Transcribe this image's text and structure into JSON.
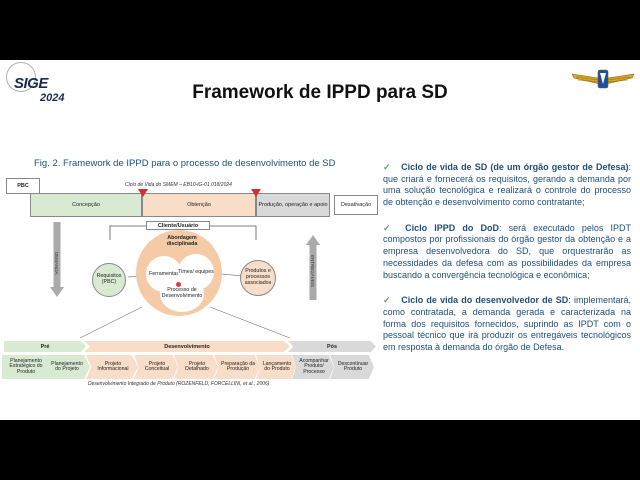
{
  "title": "Framework de IPPD para SD",
  "logo": {
    "name": "SIGE",
    "year": "2024"
  },
  "figure": {
    "caption": "Fig. 2. Framework de IPPD para o processo de desenvolvimento de SD",
    "lifecycle_title": "Ciclo de Vida do SMEM – EB10-IG-01.018/2024",
    "pbc": "PBC",
    "phases_top": [
      "Concepção",
      "Obtenção",
      "Produção, operação e apoio",
      "Desativação"
    ],
    "cliente": "Cliente/Usuário",
    "abordagem": "Abordagem disciplinada",
    "ferramentas": "Ferramentas",
    "times": "Times/ equipes",
    "processo": "Processo de Desenvolvimento",
    "requisitos": "Requisitos (PBC)",
    "produtos": "Produtos e processos associados",
    "demanda": "DEMANDA",
    "entregaveis": "ENTREGÁVEIS",
    "stages": [
      "Pré",
      "Desenvolvimento",
      "Pós"
    ],
    "steps": [
      "Planejamento Estratégico do Produto",
      "Planejamento do Projeto",
      "Projeto Informacional",
      "Projeto Conceitual",
      "Projeto Detalhado",
      "Preparação da Produção",
      "Lançamento do Produto",
      "Acompanhar Produto/ Processo",
      "Descontinuar Produto"
    ],
    "citation": "Desenvolvimento Integrado de Produto (ROZENFELD, FORCELLINI, et al., 2006)"
  },
  "bullets": [
    {
      "head": "Ciclo de vida de SD (de um órgão gestor de Defesa)",
      "text": ": que criará e fornecerá os requisitos, gerando a demanda por uma solução tecnológica e realizará o controle do processo de obtenção e desenvolvimento como contratante;"
    },
    {
      "head": "Ciclo IPPD do DoD",
      "text": ": será executado pelos IPDT compostos por profissionais do órgão gestor da obtenção e a empresa desenvolvedora do SD, que orquestrarão as necessidades da defesa com as possibilidades da empresa buscando a convergência tecnológica e econômica;"
    },
    {
      "head": "Ciclo de vida do desenvolvedor de SD",
      "text": ": implementará, como contratada, a demanda gerada e caracterizada na forma dos requisitos fornecidos, suprindo as IPDT com o pessoal técnico que irá produzir os entregáveis tecnológicos em resposta à demanda do órgão de Defesa."
    }
  ],
  "colors": {
    "title": "#111111",
    "body": "#1f4e79",
    "check": "#4caf50"
  }
}
